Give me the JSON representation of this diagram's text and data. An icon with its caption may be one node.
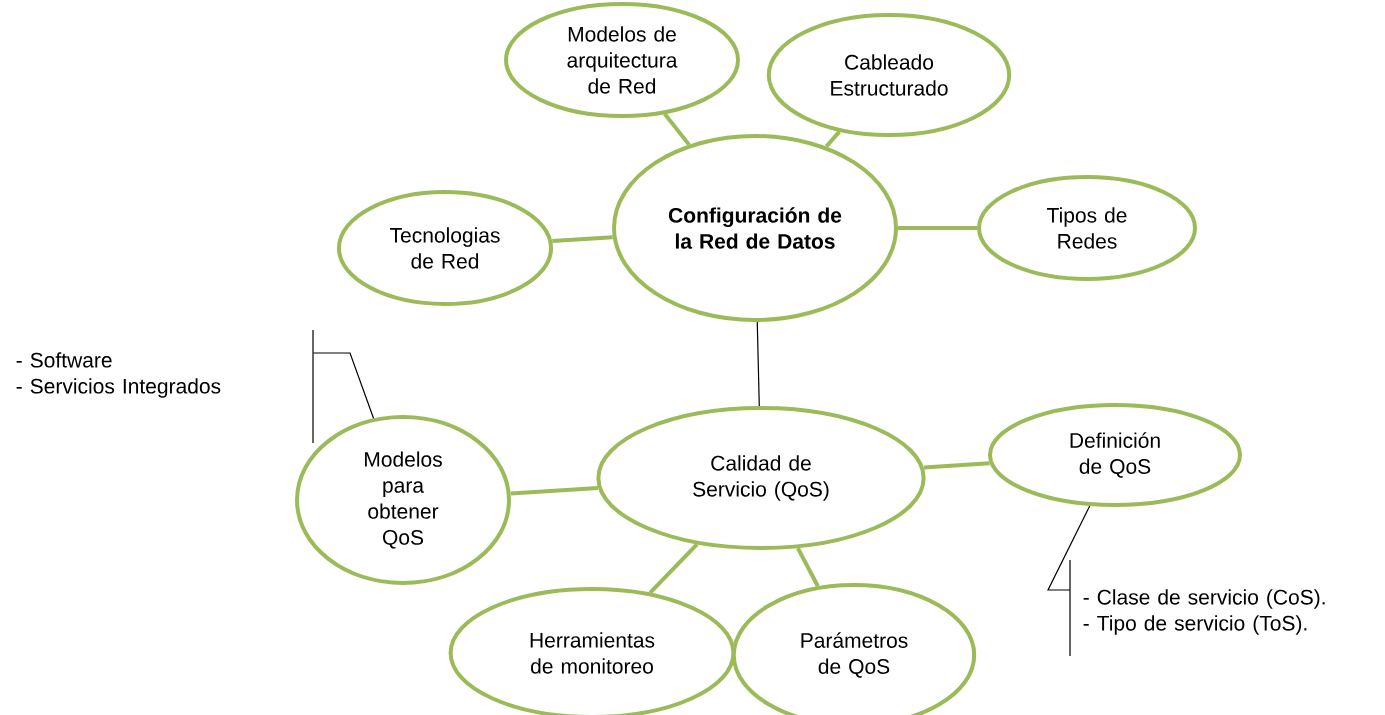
{
  "diagram": {
    "nodes": [
      {
        "text": [
          "Configuración de la Red de Datos"
        ]
      },
      {
        "text": [
          "Modelos de arquitectura de Red"
        ]
      },
      {
        "text": [
          "Cableado Estructurado"
        ]
      },
      {
        "text": [
          "Tecnologias de Red"
        ]
      },
      {
        "text": [
          "Tipos de Redes"
        ]
      },
      {
        "text": [
          "Calidad de Servicio (QoS)"
        ]
      },
      {
        "text": [
          "Modelos para obtener QoS"
        ]
      },
      {
        "text": [
          "Definición de QoS"
        ]
      },
      {
        "text": [
          "Herramientas de monitoreo"
        ]
      },
      {
        "text": [
          "Parámetros de QoS"
        ]
      },
      {
        "text": [
          "- Software",
          "- Servicios Integrados"
        ]
      },
      {
        "text": [
          "- Clase de servicio (CoS).",
          "- Tipo de servicio (ToS)."
        ]
      }
    ],
    "edges": [
      {
        "from": 0,
        "to": 1,
        "arrow": "none"
      },
      {
        "from": 0,
        "to": 2,
        "arrow": "none"
      },
      {
        "from": 3,
        "to": 0,
        "arrow": "none"
      },
      {
        "from": 0,
        "to": 4,
        "arrow": "none"
      },
      {
        "from": 0,
        "to": 5,
        "arrow": "none",
        "color": "#000000"
      },
      {
        "from": 6,
        "to": 5,
        "arrow": "none"
      },
      {
        "from": 5,
        "to": 7,
        "arrow": "none"
      },
      {
        "from": 5,
        "to": 8,
        "arrow": "none"
      },
      {
        "from": 5,
        "to": 9,
        "arrow": "none"
      },
      {
        "from": 6,
        "to": 10,
        "arrow": "none",
        "color": "#000000"
      },
      {
        "from": 7,
        "to": 11,
        "arrow": "none",
        "color": "#000000"
      }
    ]
  }
}
